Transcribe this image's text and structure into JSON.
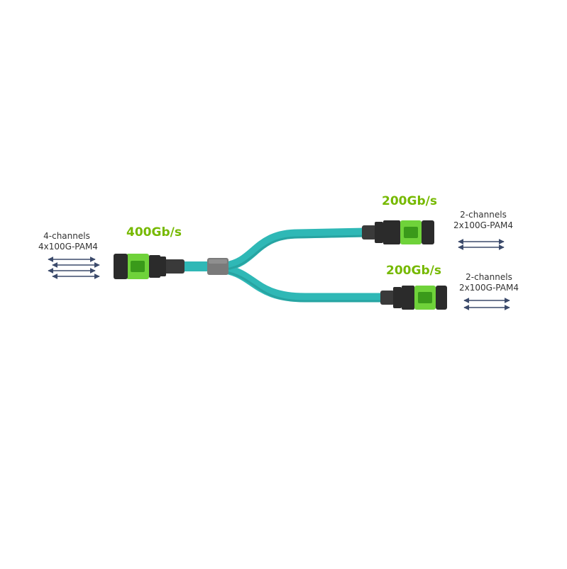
{
  "colors": {
    "cable": "#2fb8b6",
    "cable_shadow": "#1f8f8e",
    "connector_green": "#6fd23a",
    "connector_body": "#2b2b2b",
    "boot": "#3a3a3a",
    "splitter": "#7a7a7a",
    "rate_text": "#76b900",
    "arrow": "#3b4a6b"
  },
  "left": {
    "rate": "400Gb/s",
    "channels_line1": "4-channels",
    "channels_line2": "4x100G-PAM4",
    "lane_count": 4
  },
  "top_right": {
    "rate": "200Gb/s",
    "channels_line1": "2-channels",
    "channels_line2": "2x100G-PAM4",
    "lane_count": 2
  },
  "bottom_right": {
    "rate": "200Gb/s",
    "channels_line1": "2-channels",
    "channels_line2": "2x100G-PAM4",
    "lane_count": 2
  }
}
